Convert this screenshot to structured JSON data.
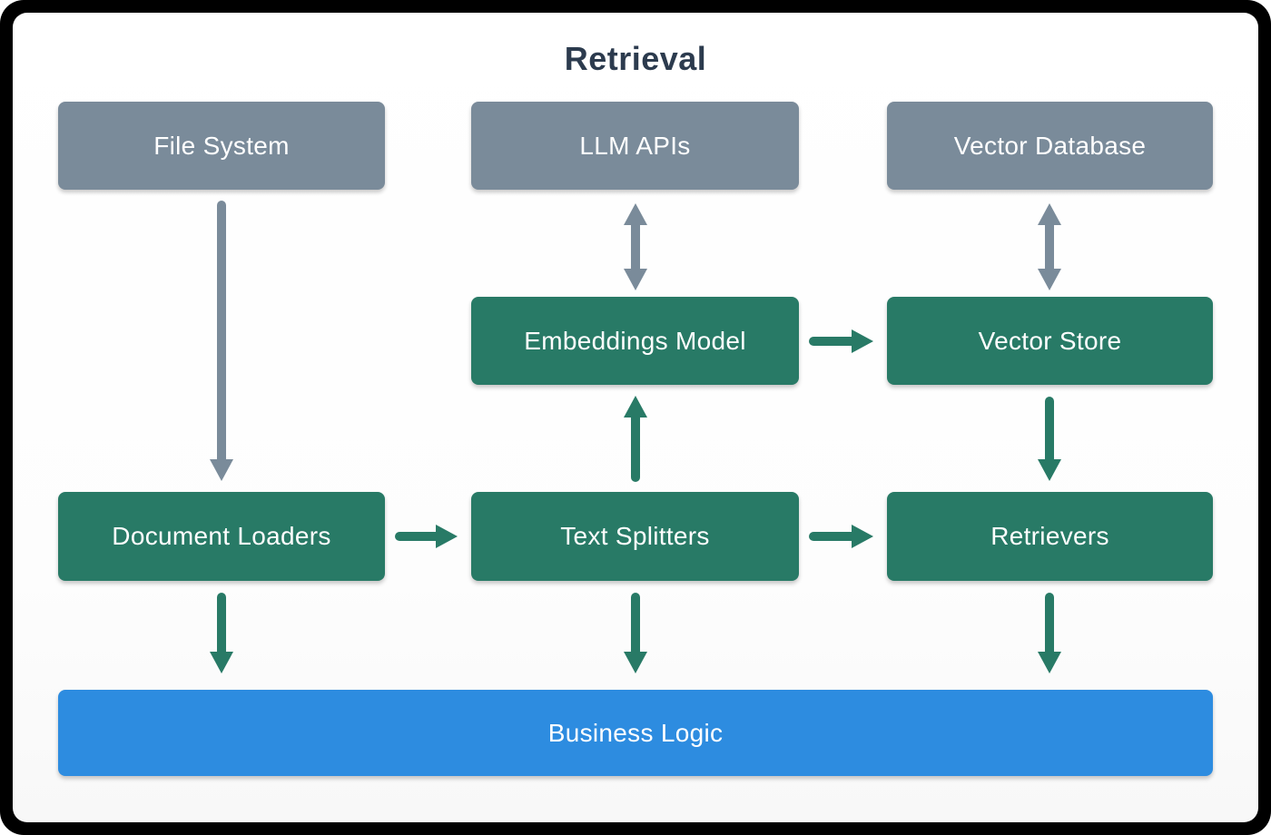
{
  "title": "Retrieval",
  "colors": {
    "frame": "#000000",
    "canvas": "#ffffff",
    "title_text": "#2C3B4E",
    "gray_node": "#7A8B9A",
    "green_node": "#287A66",
    "blue_node": "#2D8CE0",
    "gray_arrow": "#7A8B9A",
    "green_arrow": "#287A66",
    "node_text": "#ffffff"
  },
  "nodes": {
    "file_system": {
      "label": "File System",
      "kind": "gray"
    },
    "llm_apis": {
      "label": "LLM APIs",
      "kind": "gray"
    },
    "vector_database": {
      "label": "Vector Database",
      "kind": "gray"
    },
    "embeddings_model": {
      "label": "Embeddings Model",
      "kind": "green"
    },
    "vector_store": {
      "label": "Vector Store",
      "kind": "green"
    },
    "document_loaders": {
      "label": "Document Loaders",
      "kind": "green"
    },
    "text_splitters": {
      "label": "Text Splitters",
      "kind": "green"
    },
    "retrievers": {
      "label": "Retrievers",
      "kind": "green"
    },
    "business_logic": {
      "label": "Business Logic",
      "kind": "blue"
    }
  },
  "edges": [
    {
      "from": "File System",
      "to": "Document Loaders",
      "style": "gray",
      "direction": "down"
    },
    {
      "from": "LLM APIs",
      "to": "Embeddings Model",
      "style": "gray",
      "direction": "both"
    },
    {
      "from": "Vector Database",
      "to": "Vector Store",
      "style": "gray",
      "direction": "both"
    },
    {
      "from": "Embeddings Model",
      "to": "Vector Store",
      "style": "green",
      "direction": "right"
    },
    {
      "from": "Text Splitters",
      "to": "Embeddings Model",
      "style": "green",
      "direction": "up"
    },
    {
      "from": "Vector Store",
      "to": "Retrievers",
      "style": "green",
      "direction": "down"
    },
    {
      "from": "Document Loaders",
      "to": "Text Splitters",
      "style": "green",
      "direction": "right"
    },
    {
      "from": "Text Splitters",
      "to": "Retrievers",
      "style": "green",
      "direction": "right"
    },
    {
      "from": "Document Loaders",
      "to": "Business Logic",
      "style": "green",
      "direction": "down"
    },
    {
      "from": "Text Splitters",
      "to": "Business Logic",
      "style": "green",
      "direction": "down"
    },
    {
      "from": "Retrievers",
      "to": "Business Logic",
      "style": "green",
      "direction": "down"
    }
  ]
}
